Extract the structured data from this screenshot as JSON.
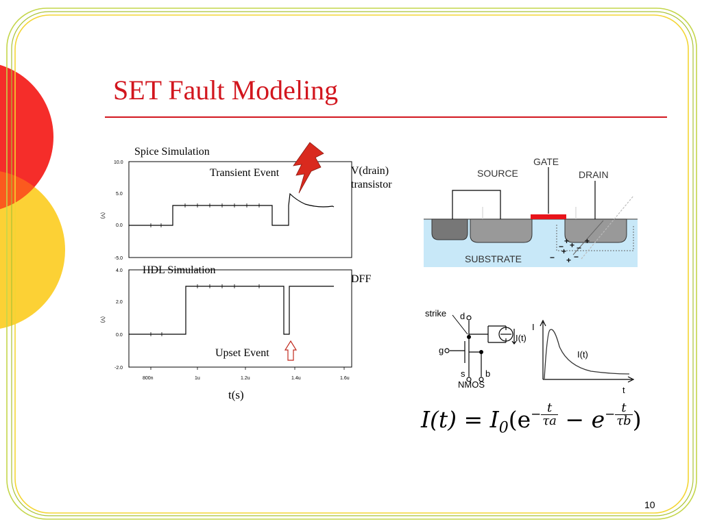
{
  "slide": {
    "title": "SET Fault Modeling",
    "page_number": "10"
  },
  "sim": {
    "spice_title": "Spice Simulation",
    "hdl_title": "HDL Simulation",
    "transient_label": "Transient Event",
    "upset_label": "Upset Event",
    "vdrain_label": "V(drain)",
    "transistor_label": "transistor",
    "dff_label": "DFF",
    "y_unit": "(V)",
    "top_yticks": [
      "10.0",
      "5.0",
      "0.0",
      "-5.0"
    ],
    "bottom_yticks": [
      "4.0",
      "2.0",
      "0.0",
      "-2.0"
    ],
    "xticks": [
      "800n",
      "1u",
      "1.2u",
      "1.4u",
      "1.6u"
    ],
    "xlabel": "t(s)"
  },
  "cross_section": {
    "source": "SOURCE",
    "gate": "GATE",
    "drain": "DRAIN",
    "substrate": "SUBSTRATE"
  },
  "circuit": {
    "strike": "strike",
    "d": "d",
    "g": "g",
    "s": "s",
    "b": "b",
    "nmos": "NMOS",
    "current": "I(t)",
    "axis_i": "I",
    "axis_t": "t",
    "curve_label": "I(t)"
  },
  "equation": {
    "lhs": "I(t) = I",
    "sub0": "0",
    "open": "(e",
    "minus": "−",
    "e2": "e",
    "close": ")",
    "t": "t",
    "tau_a": "τa",
    "tau_b": "τb"
  },
  "colors": {
    "accent_red": "#d2161e",
    "border_green": "#b7cf3a",
    "border_yellow": "#f1d133",
    "circle_red": "#f52d2a",
    "circle_yellow": "#fcd135",
    "substrate_blue": "#c8e8f8",
    "gate_red": "#e8141a"
  }
}
